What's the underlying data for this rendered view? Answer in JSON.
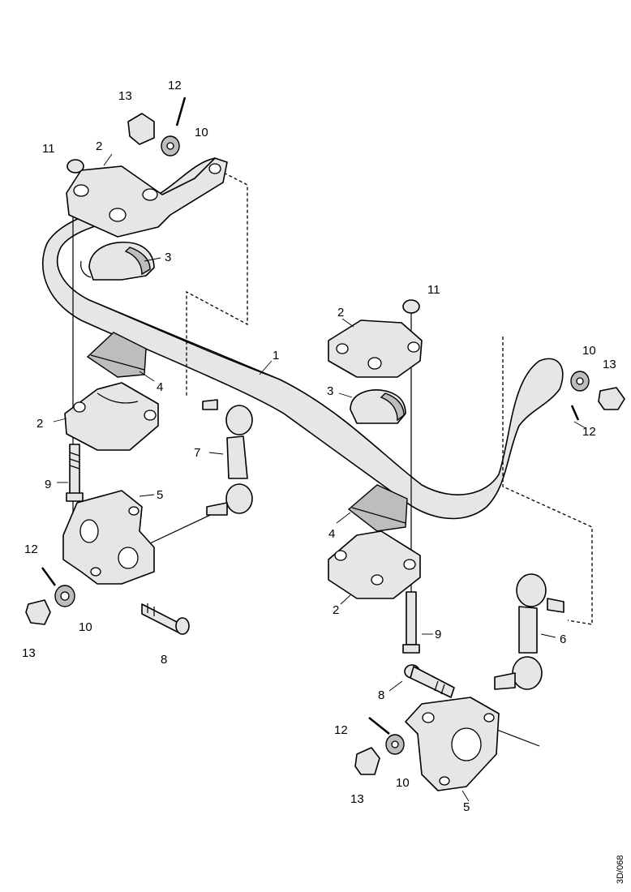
{
  "callouts": [
    {
      "id": "c13a",
      "text": "13"
    },
    {
      "id": "c12a",
      "text": "12"
    },
    {
      "id": "c10a",
      "text": "10"
    },
    {
      "id": "c11a",
      "text": "11"
    },
    {
      "id": "c2a",
      "text": "2"
    },
    {
      "id": "c3a",
      "text": "3"
    },
    {
      "id": "c4a",
      "text": "4"
    },
    {
      "id": "c2b",
      "text": "2"
    },
    {
      "id": "c9a",
      "text": "9"
    },
    {
      "id": "c5a",
      "text": "5"
    },
    {
      "id": "c7",
      "text": "7"
    },
    {
      "id": "c12b",
      "text": "12"
    },
    {
      "id": "c13b",
      "text": "13"
    },
    {
      "id": "c10b",
      "text": "10"
    },
    {
      "id": "c8a",
      "text": "8"
    },
    {
      "id": "c1",
      "text": "1"
    },
    {
      "id": "c11b",
      "text": "11"
    },
    {
      "id": "c2c",
      "text": "2"
    },
    {
      "id": "c3b",
      "text": "3"
    },
    {
      "id": "c10c",
      "text": "10"
    },
    {
      "id": "c13c",
      "text": "13"
    },
    {
      "id": "c12c",
      "text": "12"
    },
    {
      "id": "c4b",
      "text": "4"
    },
    {
      "id": "c2d",
      "text": "2"
    },
    {
      "id": "c9b",
      "text": "9"
    },
    {
      "id": "c6",
      "text": "6"
    },
    {
      "id": "c8b",
      "text": "8"
    },
    {
      "id": "c12d",
      "text": "12"
    },
    {
      "id": "c10d",
      "text": "10"
    },
    {
      "id": "c13d",
      "text": "13"
    },
    {
      "id": "c5b",
      "text": "5"
    }
  ],
  "figure_code": "3D/068"
}
